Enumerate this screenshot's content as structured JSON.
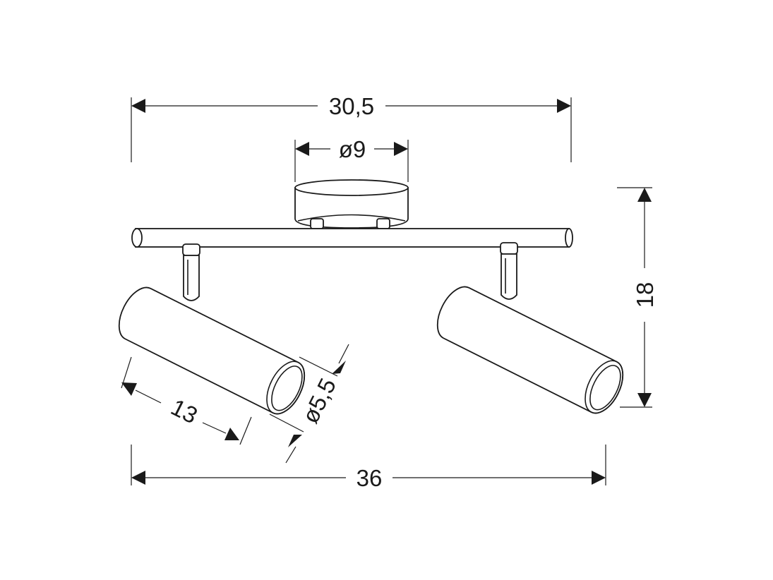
{
  "dimensions": {
    "top_width": "30,5",
    "base_diameter": "ø9",
    "height": "18",
    "spot_length": "13",
    "spot_diameter": "ø5,5",
    "total_width": "36"
  },
  "colors": {
    "line": "#1a1a1a",
    "background": "#ffffff"
  }
}
